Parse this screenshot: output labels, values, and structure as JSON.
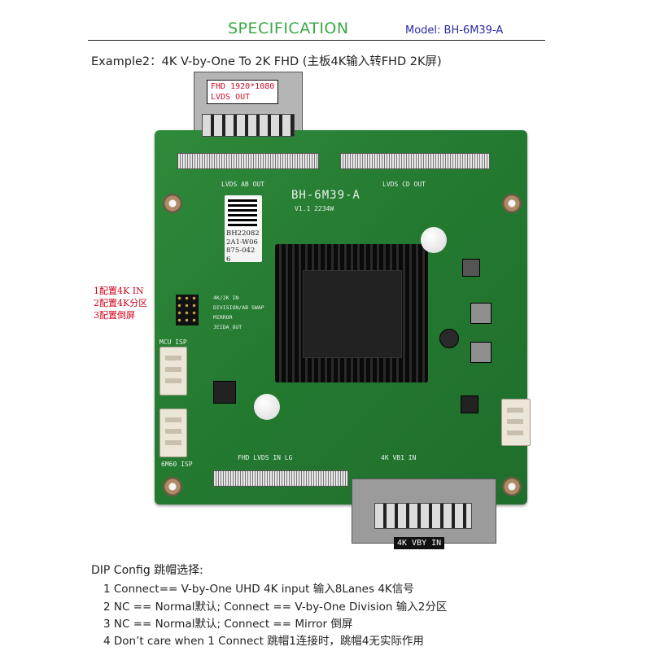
{
  "header": {
    "title": "SPECIFICATION",
    "model": "Model: BH-6M39-A"
  },
  "example_line": "Example2：4K V-by-One To 2K FHD (主板4K输入转FHD 2K屏)",
  "board": {
    "name": "BH-6M39-A",
    "version": "V1.1 2234W",
    "top_label_line1": "FHD 1920*1080",
    "top_label_line2": "LVDS OUT",
    "bottom_label": "4K VBY IN",
    "silk_lvds_ab": "LVDS AB OUT",
    "silk_lvds_cd": "LVDS CD OUT",
    "silk_fhd_lvds": "FHD LVDS IN LG",
    "silk_4k_vb1": "4K    VB1 IN",
    "silk_mcu_isp": "MCU ISP",
    "silk_6m60_isp": "6M60 ISP",
    "silk_pins": [
      "4K/2K IN",
      "DIVISION/AB SWAP",
      "MIRROR",
      "JEIDA_OUT"
    ],
    "sticker_lines": [
      "BH22082",
      "2A1-W06",
      "875-042",
      "6"
    ],
    "side_notes": [
      "1配置4K IN",
      "2配置4K分区",
      "3配置倒屏"
    ]
  },
  "dip": {
    "title": "DIP Config 跳帽选择:",
    "items": [
      "1 Connect== V-by-One UHD 4K input 输入8Lanes 4K信号",
      "2 NC == Normal默认; Connect == V-by-One Division 输入2分区",
      "3 NC == Normal默认; Connect == Mirror 倒屏",
      "4 Don’t care when 1 Connect 跳帽1连接时，跳帽4无实际作用"
    ]
  }
}
